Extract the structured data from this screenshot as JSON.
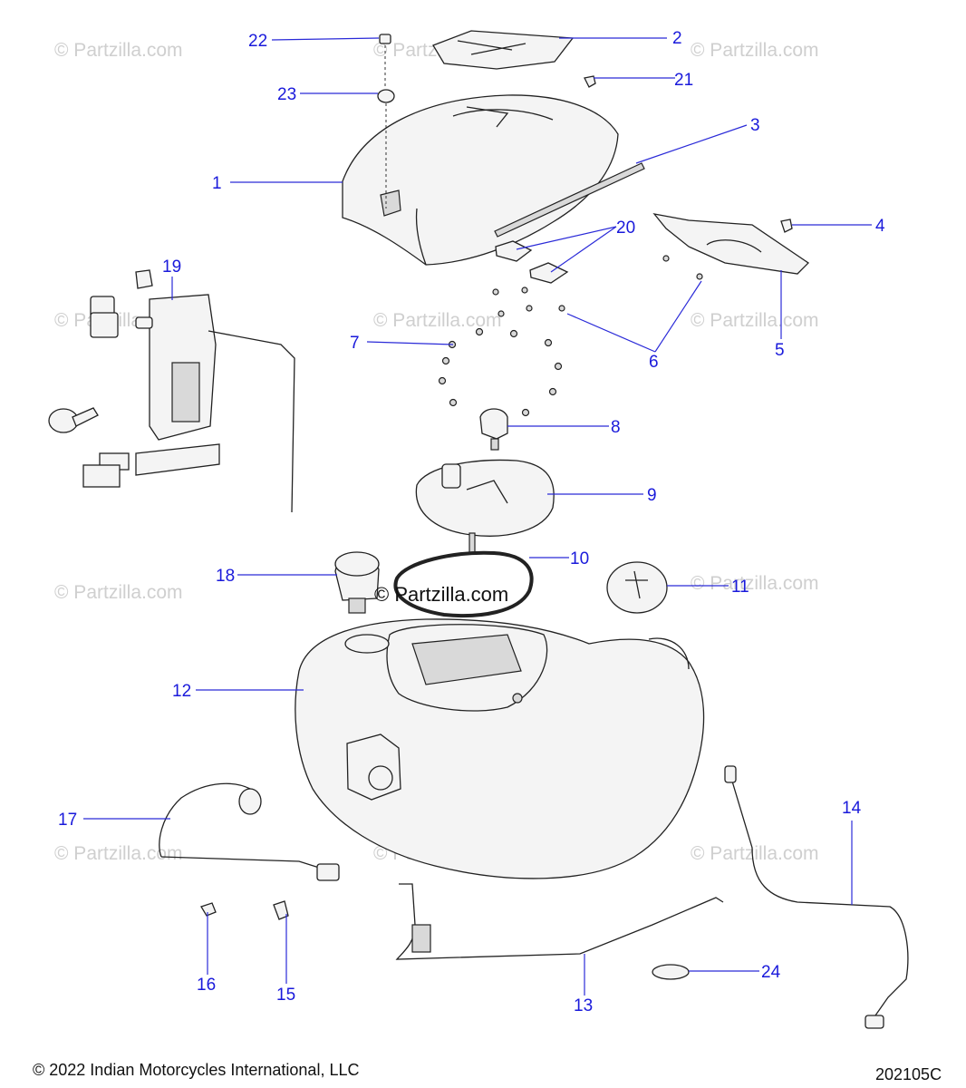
{
  "watermark": "© Partzilla.com",
  "center_watermark": "© Partzilla.com",
  "copyright": "© 2022 Indian Motorcycles International, LLC",
  "diagram_code": "202105C",
  "callouts": [
    "1",
    "2",
    "3",
    "4",
    "5",
    "6",
    "7",
    "8",
    "9",
    "10",
    "11",
    "12",
    "13",
    "14",
    "15",
    "16",
    "17",
    "18",
    "19",
    "20",
    "21",
    "22",
    "23",
    "24"
  ]
}
